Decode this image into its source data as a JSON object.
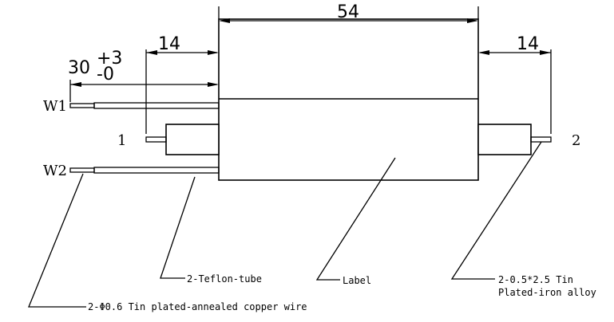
{
  "dimensions": {
    "body_length": "54",
    "left_pin_length": "14",
    "right_pin_length": "14",
    "wire_length": "30",
    "wire_tolerance_plus": "+3",
    "wire_tolerance_minus": "-0"
  },
  "labels": {
    "wire_1": "W1",
    "wire_2": "W2",
    "pin_1": "1",
    "pin_2": "2"
  },
  "callouts": {
    "teflon_tube": "2-Teflon-tube",
    "label": "Label",
    "pin_material_line1": "2-0.5*2.5 Tin",
    "pin_material_line2": "Plated-iron alloy",
    "wire_material": "2-Φ0.6 Tin plated-annealed copper wire"
  }
}
